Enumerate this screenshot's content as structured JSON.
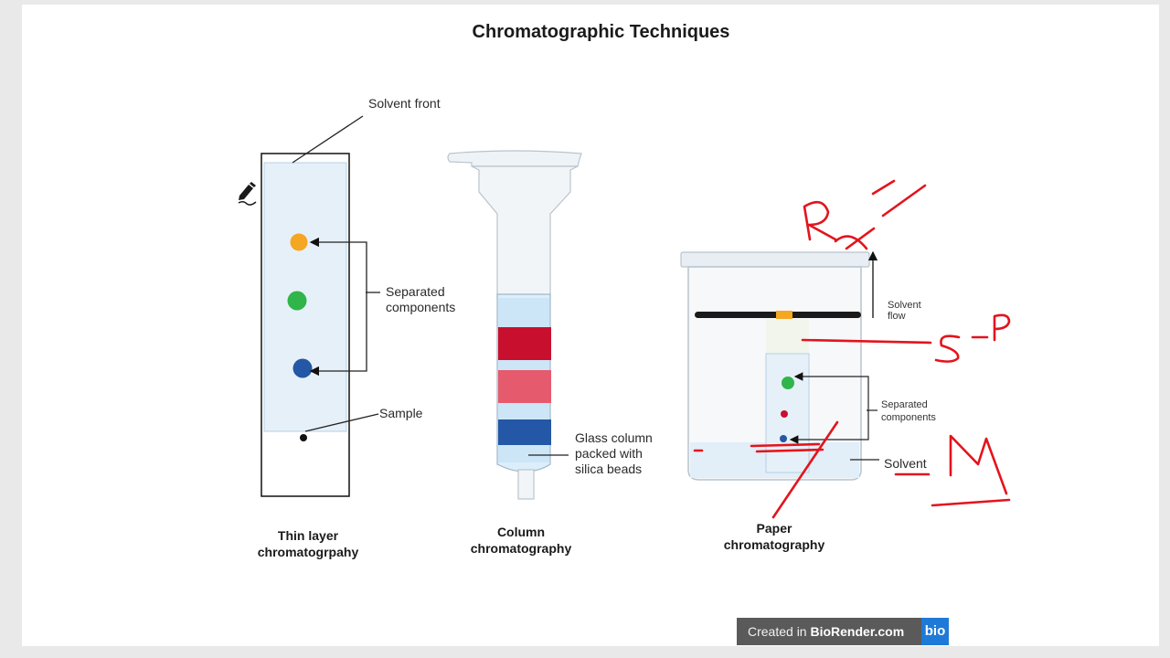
{
  "title": "Chromatographic Techniques",
  "tlc": {
    "solvent_front": "Solvent front",
    "separated_line1": "Separated",
    "separated_line2": "components",
    "sample": "Sample",
    "caption_line1": "Thin layer",
    "caption_line2": "chromatogrpahy"
  },
  "column": {
    "label_line1": "Glass column",
    "label_line2": "packed with",
    "label_line3": "silica beads",
    "caption_line1": "Column",
    "caption_line2": "chromatography"
  },
  "paper": {
    "flow_line1": "Solvent",
    "flow_line2": "flow",
    "separated_line1": "Separated",
    "separated_line2": "components",
    "solvent": "Solvent",
    "caption_line1": "Paper",
    "caption_line2": "chromatography"
  },
  "badge": {
    "prefix": "Created in ",
    "brand": "BioRender.com",
    "logo": "bio"
  },
  "colors": {
    "annotation_red": "#e3141c",
    "spot_orange": "#f5a623",
    "spot_green": "#2fb54a",
    "spot_blue": "#2457a6",
    "band_red": "#c8102e",
    "band_pink": "#e65a6e"
  }
}
